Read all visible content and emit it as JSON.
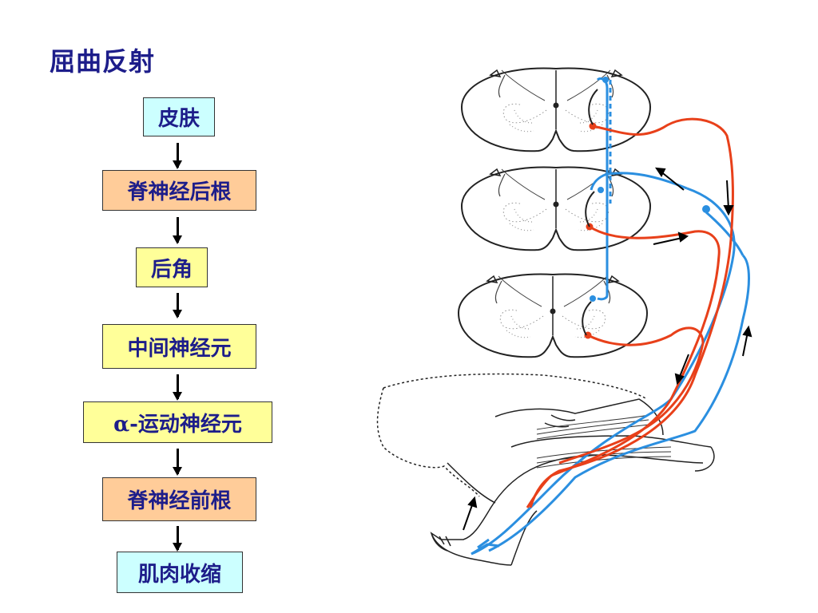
{
  "title": "屈曲反射",
  "flow": [
    {
      "label": "皮肤",
      "color": "#ccffff"
    },
    {
      "label": "脊神经后根",
      "color": "#ffcc99"
    },
    {
      "label": "后角",
      "color": "#ffff99"
    },
    {
      "label": "中间神经元",
      "color": "#ffff99"
    },
    {
      "label": "α-运动神经元",
      "color": "#ffff99"
    },
    {
      "label": "脊神经前根",
      "color": "#ffcc99"
    },
    {
      "label": "肌肉收缩",
      "color": "#ccffff"
    }
  ],
  "colors": {
    "sensory": "#2b8fe0",
    "motor": "#e8401a",
    "text": "#1d1d8a"
  }
}
